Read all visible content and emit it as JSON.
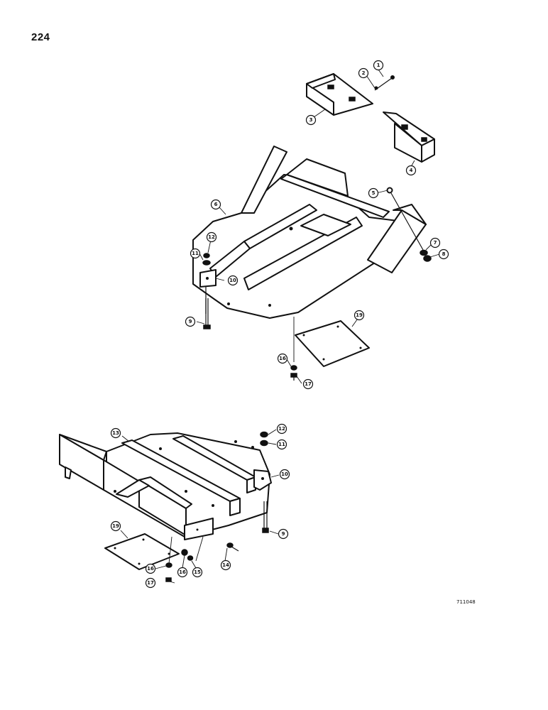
{
  "page": {
    "page_number": "224",
    "figure_code": "711048"
  },
  "callouts": [
    {
      "id": "c1",
      "label": "1"
    },
    {
      "id": "c2",
      "label": "2"
    },
    {
      "id": "c3",
      "label": "3"
    },
    {
      "id": "c4",
      "label": "4"
    },
    {
      "id": "c5",
      "label": "5"
    },
    {
      "id": "c6",
      "label": "6"
    },
    {
      "id": "c7",
      "label": "7"
    },
    {
      "id": "c8",
      "label": "8"
    },
    {
      "id": "c9a",
      "label": "9"
    },
    {
      "id": "c10a",
      "label": "10"
    },
    {
      "id": "c11a",
      "label": "11"
    },
    {
      "id": "c12a",
      "label": "12"
    },
    {
      "id": "c16a",
      "label": "16"
    },
    {
      "id": "c17a",
      "label": "17"
    },
    {
      "id": "c19a",
      "label": "19"
    },
    {
      "id": "c12b",
      "label": "12"
    },
    {
      "id": "c11b",
      "label": "11"
    },
    {
      "id": "c10b",
      "label": "10"
    },
    {
      "id": "c9b",
      "label": "9"
    },
    {
      "id": "c13",
      "label": "13"
    },
    {
      "id": "c14",
      "label": "14"
    },
    {
      "id": "c15",
      "label": "15"
    },
    {
      "id": "c16b",
      "label": "16"
    },
    {
      "id": "c16c",
      "label": "16"
    },
    {
      "id": "c17b",
      "label": "17"
    },
    {
      "id": "c19b",
      "label": "19"
    }
  ]
}
